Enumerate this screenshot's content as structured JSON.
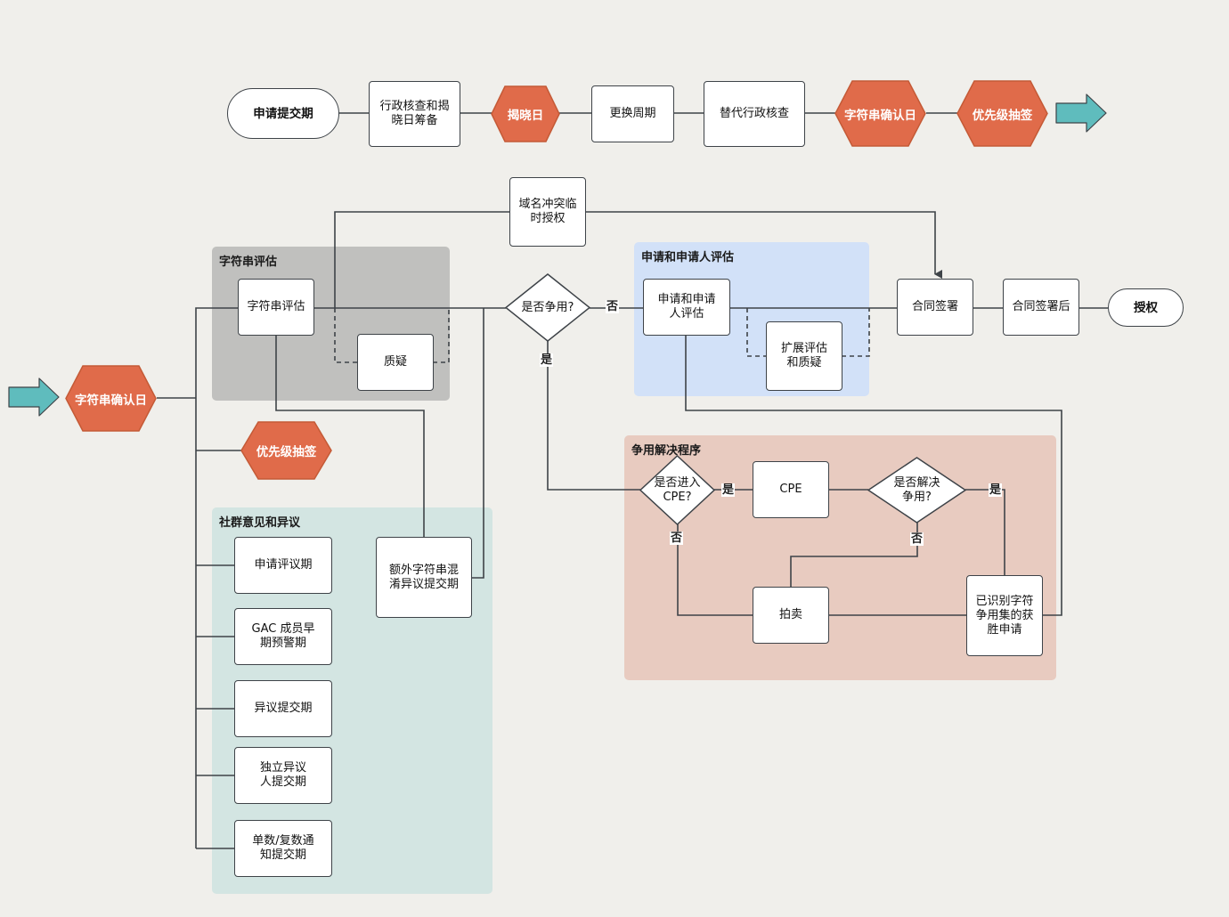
{
  "colors": {
    "background": "#f0efeb",
    "hexagon_fill": "#e06b4a",
    "hexagon_stroke": "#c45a36",
    "arrow_fill": "#5fbcbd",
    "line": "#3e4348",
    "group_string_eval": "#c0c0be",
    "group_application_eval": "#d2e1f8",
    "group_contention": "#e8cbc0",
    "group_community": "#d3e5e2"
  },
  "top_flow": {
    "nodes": [
      {
        "id": "application-submission",
        "label": "申请提交期",
        "shape": "pill"
      },
      {
        "id": "admin-check-reveal-prep",
        "label": "行政核查和揭晓日筹备",
        "shape": "box"
      },
      {
        "id": "reveal-day",
        "label": "揭晓日",
        "shape": "hexagon"
      },
      {
        "id": "change-period",
        "label": "更换周期",
        "shape": "box"
      },
      {
        "id": "alternate-admin-check",
        "label": "替代行政核查",
        "shape": "box"
      },
      {
        "id": "string-confirmation-day",
        "label": "字符串确认日",
        "shape": "hexagon"
      },
      {
        "id": "prioritization-draw",
        "label": "优先级抽签",
        "shape": "hexagon"
      }
    ],
    "continue_arrow": "arrow-right"
  },
  "main_flow": {
    "start_arrow": "arrow-right",
    "start_node": {
      "label": "字符串确认日",
      "shape": "hexagon"
    },
    "priority_draw": {
      "label": "优先级抽签",
      "shape": "hexagon"
    },
    "groups": {
      "string_evaluation": {
        "title": "字符串评估",
        "nodes": {
          "string_eval": "字符串评估",
          "challenge": "质疑"
        }
      },
      "application_evaluation": {
        "title": "申请和申请人评估",
        "nodes": {
          "app_eval": "申请和申请人评估",
          "extended_eval": "扩展评估和质疑"
        }
      },
      "contention_resolution": {
        "title": "争用解决程序",
        "nodes": {
          "enter_cpe_q": "是否进入 CPE?",
          "cpe": "CPE",
          "resolved_q": "是否解决争用?",
          "auction": "拍卖",
          "winner": "已识别字符争用集的获胜申请"
        }
      },
      "community_input": {
        "title": "社群意见和异议",
        "nodes": {
          "comment_period": "申请评议期",
          "gac_early_warning": "GAC 成员早期预警期",
          "objection_filing": "异议提交期",
          "independent_objector": "独立异议人提交期",
          "singular_plural": "单数/复数通知提交期",
          "string_confusion_objection": "额外字符串混淆异议提交期"
        }
      }
    },
    "name_collision": "域名冲突临时授权",
    "contention_q": "是否争用?",
    "contract_signing": "合同签署",
    "post_contract": "合同签署后",
    "delegation": "授权",
    "edge_labels": {
      "no": "否",
      "yes": "是"
    }
  }
}
